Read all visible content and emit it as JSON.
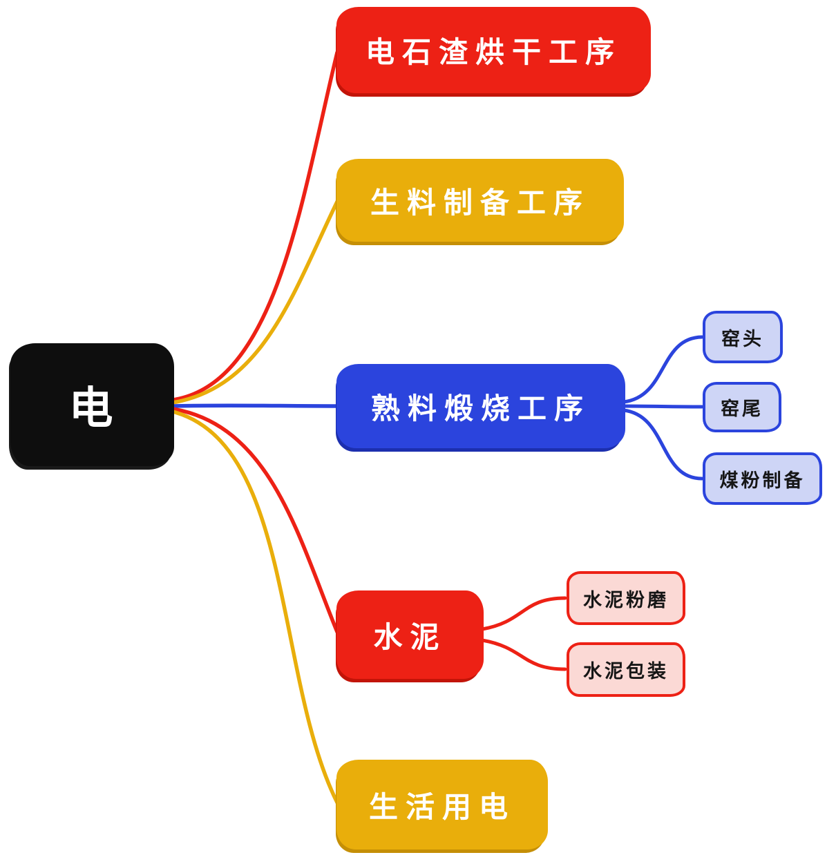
{
  "palette": {
    "red": "#ed2115",
    "yellow": "#e9ae0b",
    "blue": "#2b44dd",
    "black": "#0e0e0e",
    "light_blue_fill": "#ced5f6",
    "pink_fill": "#fbd9d5",
    "white_text": "#ffffff",
    "dark_text": "#161616"
  },
  "root": {
    "label": "电",
    "color": "#0e0e0e"
  },
  "branches": [
    {
      "label": "电石渣烘干工序",
      "color": "#ed2115",
      "children": []
    },
    {
      "label": "生料制备工序",
      "color": "#e9ae0b",
      "children": []
    },
    {
      "label": "熟料煅烧工序",
      "color": "#2b44dd",
      "children": [
        {
          "label": "窑头",
          "fill": "#ced5f6",
          "border": "#2b44dd"
        },
        {
          "label": "窑尾",
          "fill": "#ced5f6",
          "border": "#2b44dd"
        },
        {
          "label": "煤粉制备",
          "fill": "#ced5f6",
          "border": "#2b44dd"
        }
      ]
    },
    {
      "label": "水泥",
      "color": "#ed2115",
      "children": [
        {
          "label": "水泥粉磨",
          "fill": "#fbd9d5",
          "border": "#ed2115"
        },
        {
          "label": "水泥包装",
          "fill": "#fbd9d5",
          "border": "#ed2115"
        }
      ]
    },
    {
      "label": "生活用电",
      "color": "#e9ae0b",
      "children": []
    }
  ]
}
